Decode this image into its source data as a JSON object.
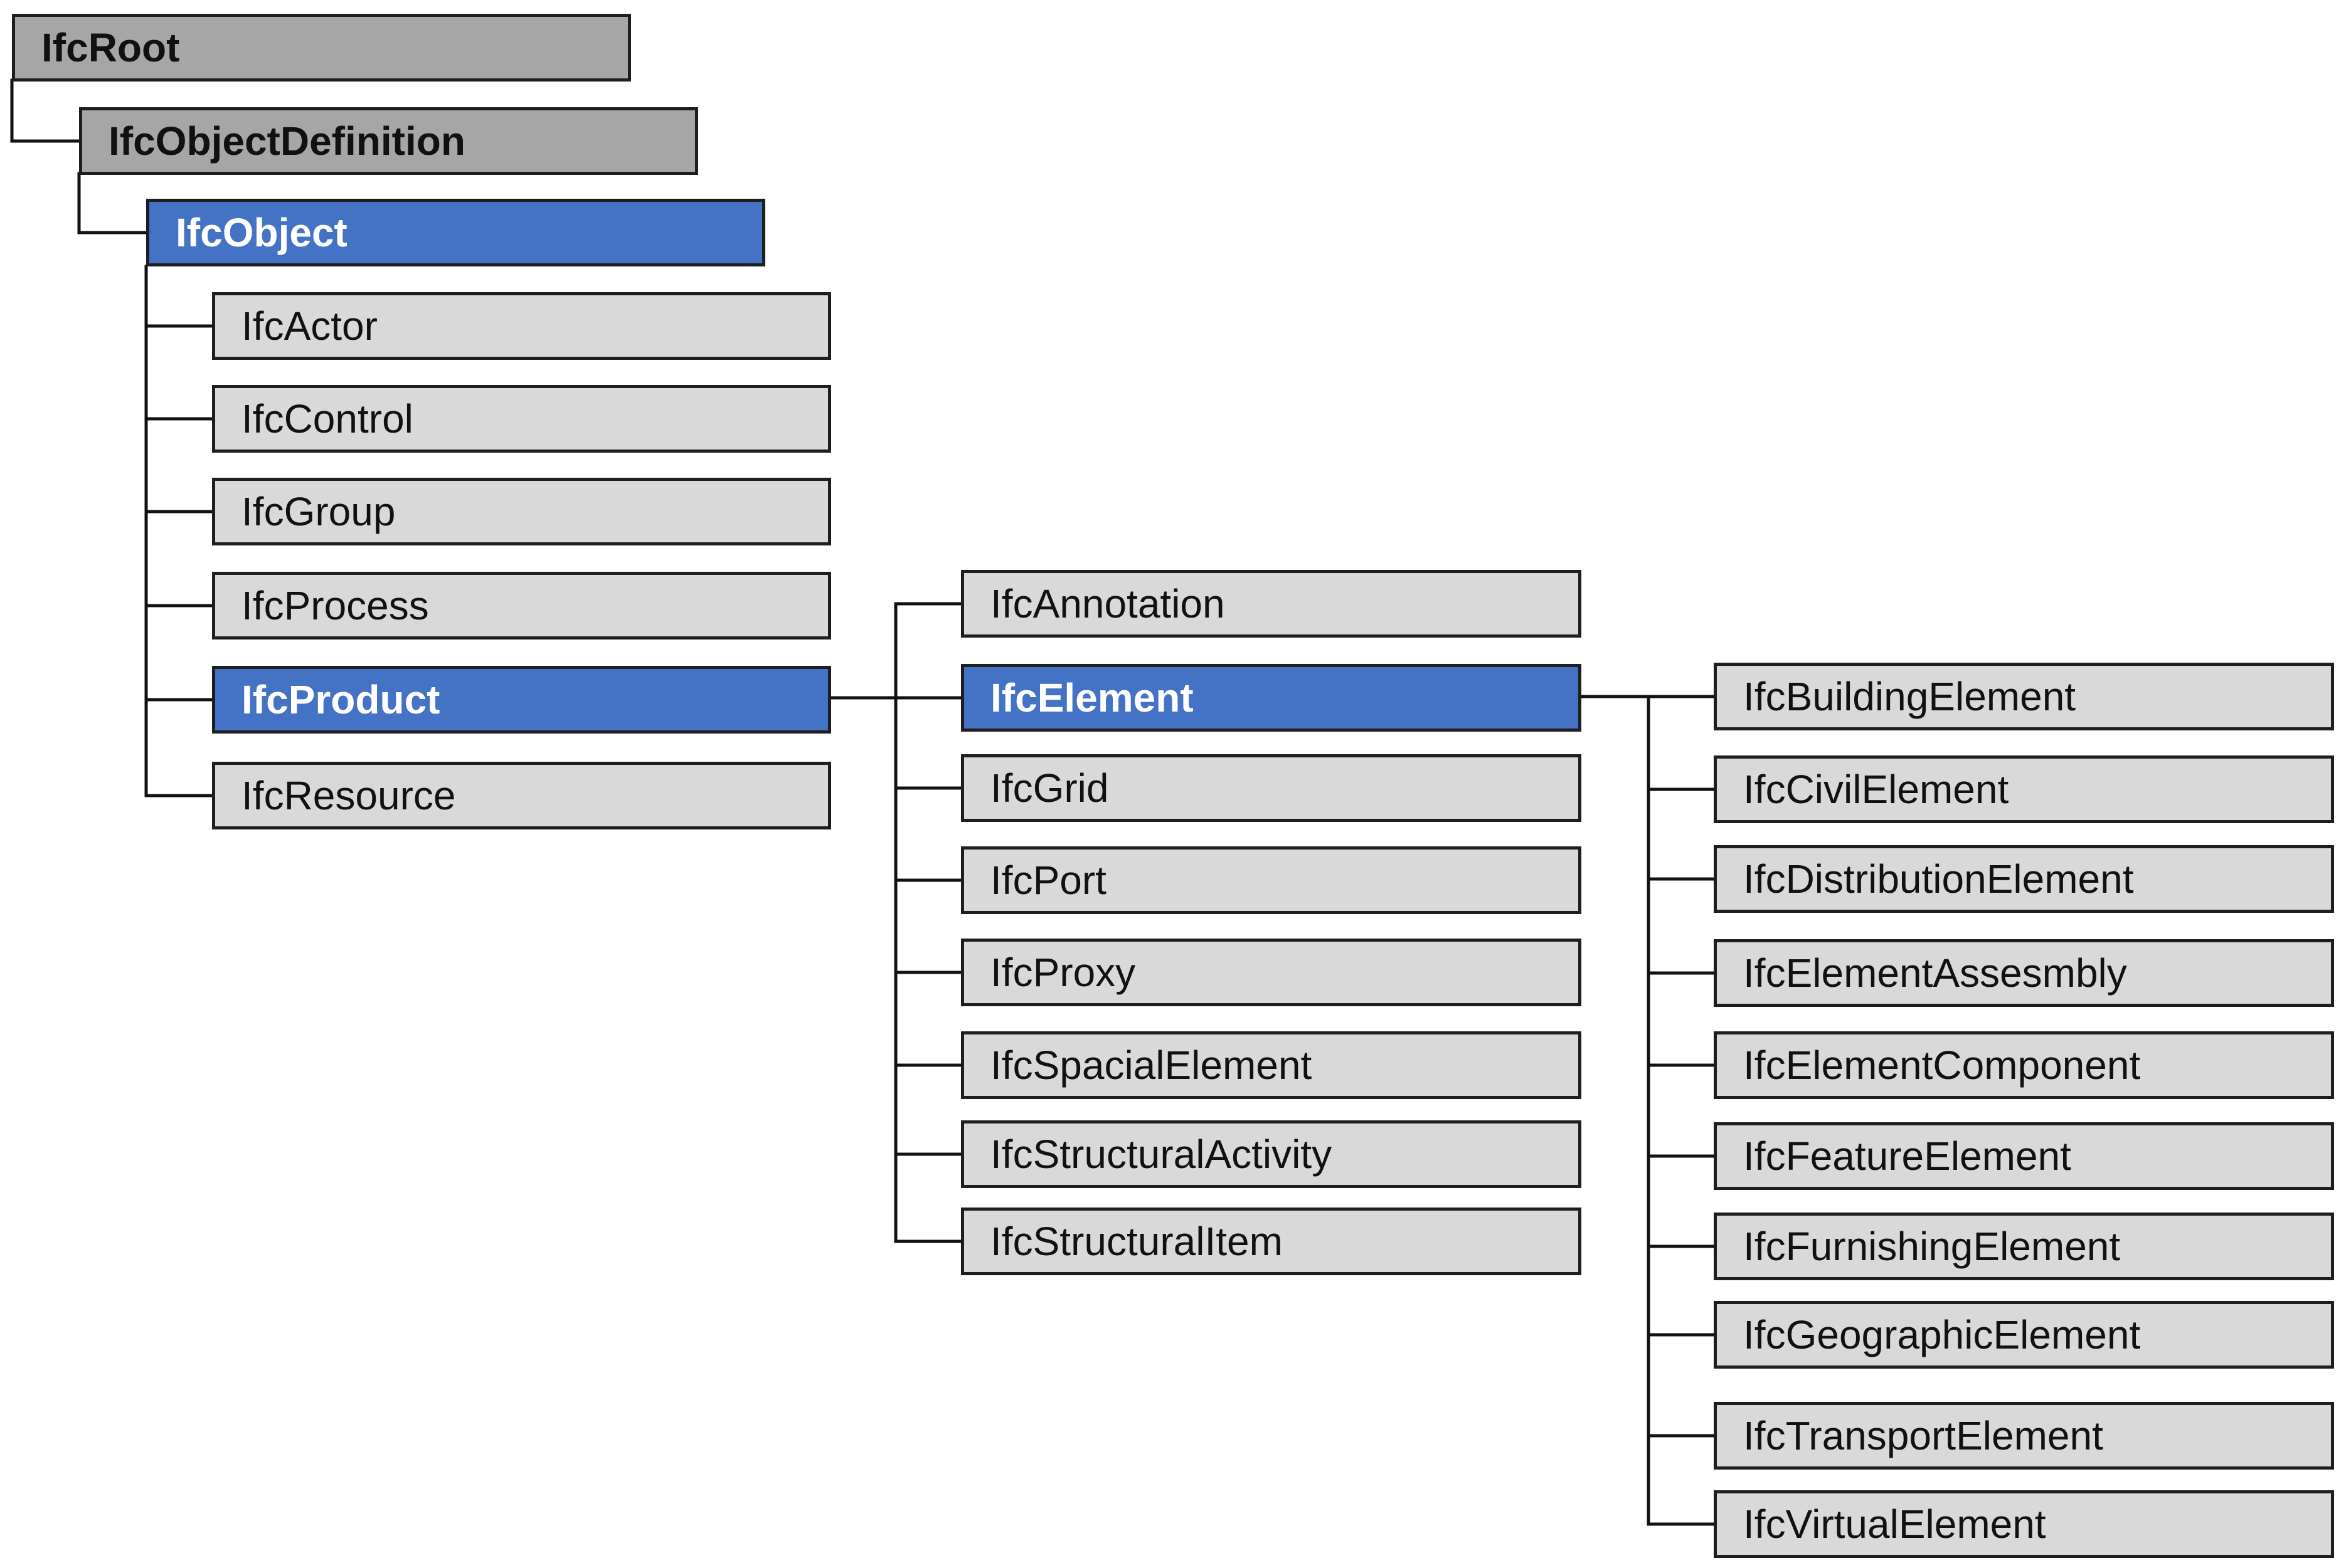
{
  "diagram": {
    "root": {
      "label": "IfcRoot"
    },
    "object_definition": {
      "label": "IfcObjectDefinition"
    },
    "object": {
      "label": "IfcObject"
    },
    "object_children": [
      {
        "label": "IfcActor"
      },
      {
        "label": "IfcControl"
      },
      {
        "label": "IfcGroup"
      },
      {
        "label": "IfcProcess"
      },
      {
        "label": "IfcProduct"
      },
      {
        "label": "IfcResource"
      }
    ],
    "product_children": [
      {
        "label": "IfcAnnotation"
      },
      {
        "label": "IfcElement"
      },
      {
        "label": "IfcGrid"
      },
      {
        "label": "IfcPort"
      },
      {
        "label": "IfcProxy"
      },
      {
        "label": "IfcSpacialElement"
      },
      {
        "label": "IfcStructuralActivity"
      },
      {
        "label": "IfcStructuralItem"
      }
    ],
    "element_children": [
      {
        "label": "IfcBuildingElement"
      },
      {
        "label": "IfcCivilElement"
      },
      {
        "label": "IfcDistributionElement"
      },
      {
        "label": "IfcElementAssesmbly"
      },
      {
        "label": "IfcElementComponent"
      },
      {
        "label": "IfcFeatureElement"
      },
      {
        "label": "IfcFurnishingElement"
      },
      {
        "label": "IfcGeographicElement"
      },
      {
        "label": "IfcTransportElement"
      },
      {
        "label": "IfcVirtualElement"
      }
    ],
    "colors": {
      "abstract_fill": "#a6a6a6",
      "highlight_fill": "#4472c4",
      "plain_fill": "#d9d9d9",
      "border": "#1e1e1e",
      "connector": "#111111"
    }
  }
}
